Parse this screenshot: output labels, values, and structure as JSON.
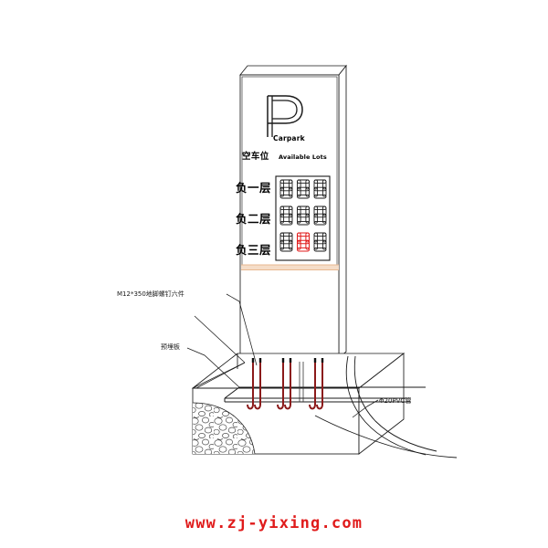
{
  "drawing": {
    "title": "Carpark Guidance Sign Foundation Detail",
    "background_color": "#ffffff",
    "line_color": "#1a1a1a",
    "bolt_color": "#8b1a1a",
    "divider_color": "#f0c8a8",
    "highlight_color": "#e01b1b"
  },
  "sign": {
    "logo_letter": "P",
    "logo_caption": "Carpark",
    "header_cn": "空车位",
    "header_en": "Available Lots",
    "floors": [
      {
        "label": "负一层",
        "digits": [
          "8",
          "8",
          "8"
        ],
        "highlight_index": -1
      },
      {
        "label": "负二层",
        "digits": [
          "8",
          "8",
          "8"
        ],
        "highlight_index": -1
      },
      {
        "label": "负三层",
        "digits": [
          "8",
          "8",
          "8"
        ],
        "highlight_index": 1
      }
    ]
  },
  "annotations": {
    "anchor_bolt": "M12*350地脚螺钉六件",
    "embedded_plate": "预埋板",
    "pvc_conduit": "Φ20PVC管"
  },
  "watermark": {
    "text": "www.zj-yixing.com"
  }
}
